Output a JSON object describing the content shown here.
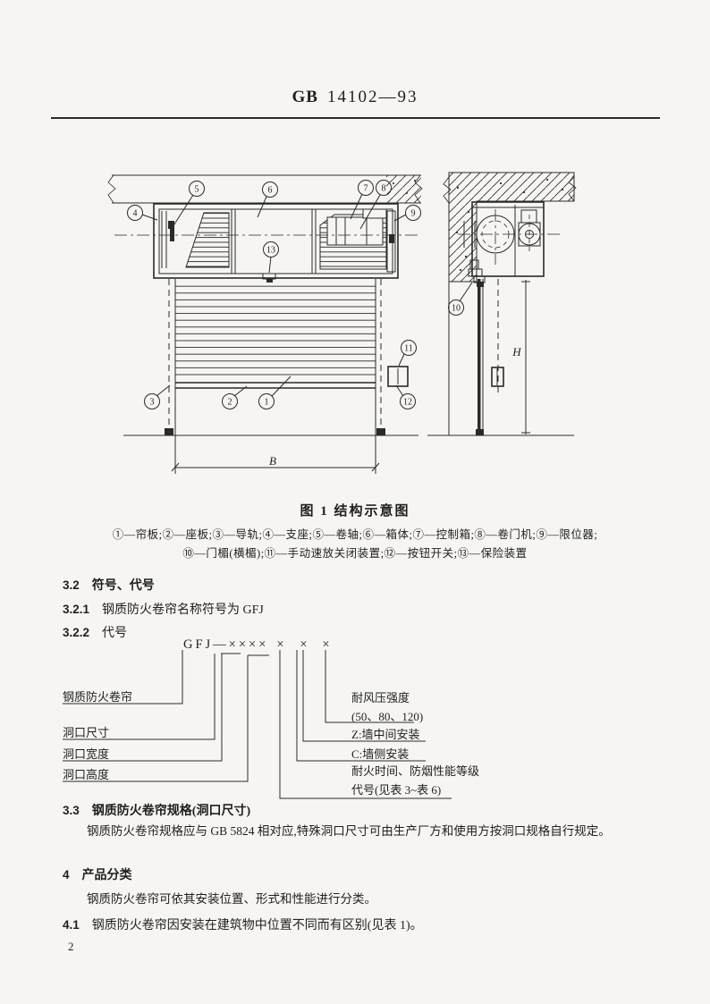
{
  "colors": {
    "paper": "#f6f5f1",
    "ink": "#1f1f1f"
  },
  "header": {
    "org": "GB",
    "number": "14102—93"
  },
  "figure": {
    "caption": "图 1  结构示意图",
    "legend_line1": "①—帘板;②—座板;③—导轨;④—支座;⑤—卷轴;⑥—箱体;⑦—控制箱;⑧—卷门机;⑨—限位器;",
    "legend_line2": "⑩—门楣(横楣);⑪—手动速放关闭装置;⑫—按钮开关;⑬—保险装置",
    "width_label": "B",
    "height_label": "H",
    "callouts": {
      "n1": "1",
      "n2": "2",
      "n3": "3",
      "n4": "4",
      "n5": "5",
      "n6": "6",
      "n7": "7",
      "n8": "8",
      "n9": "9",
      "n10": "10",
      "n11": "11",
      "n12": "12",
      "n13": "13"
    }
  },
  "designation": {
    "code": "GFJ—××××",
    "x1": "×",
    "x2": "×",
    "x3": "×",
    "label_product": "钢质防火卷帘",
    "label_opening_size": "洞口尺寸",
    "label_opening_width": "洞口宽度",
    "label_opening_height": "洞口高度",
    "label_wind_pressure": "耐风压强度",
    "label_wind_values": "(50、80、120)",
    "label_install_mid": "Z:墙中间安装",
    "label_install_side": "C:墙侧安装",
    "label_fire_grade_1": "耐火时间、防烟性能等级",
    "label_fire_grade_2": "代号(见表 3~表 6)"
  },
  "sections": {
    "s32_num": "3.2",
    "s32_title": "符号、代号",
    "s321_num": "3.2.1",
    "s321_text": "钢质防火卷帘名称符号为 GFJ",
    "s322_num": "3.2.2",
    "s322_text": "代号",
    "s33_num": "3.3",
    "s33_title": "钢质防火卷帘规格(洞口尺寸)",
    "s33_body": "钢质防火卷帘规格应与 GB 5824 相对应,特殊洞口尺寸可由生产厂方和使用方按洞口规格自行规定。",
    "s4_num": "4",
    "s4_title": "产品分类",
    "s4_body": "钢质防火卷帘可依其安装位置、形式和性能进行分类。",
    "s41_num": "4.1",
    "s41_text": "钢质防火卷帘因安装在建筑物中位置不同而有区别(见表 1)。"
  },
  "page": {
    "number": "2"
  }
}
